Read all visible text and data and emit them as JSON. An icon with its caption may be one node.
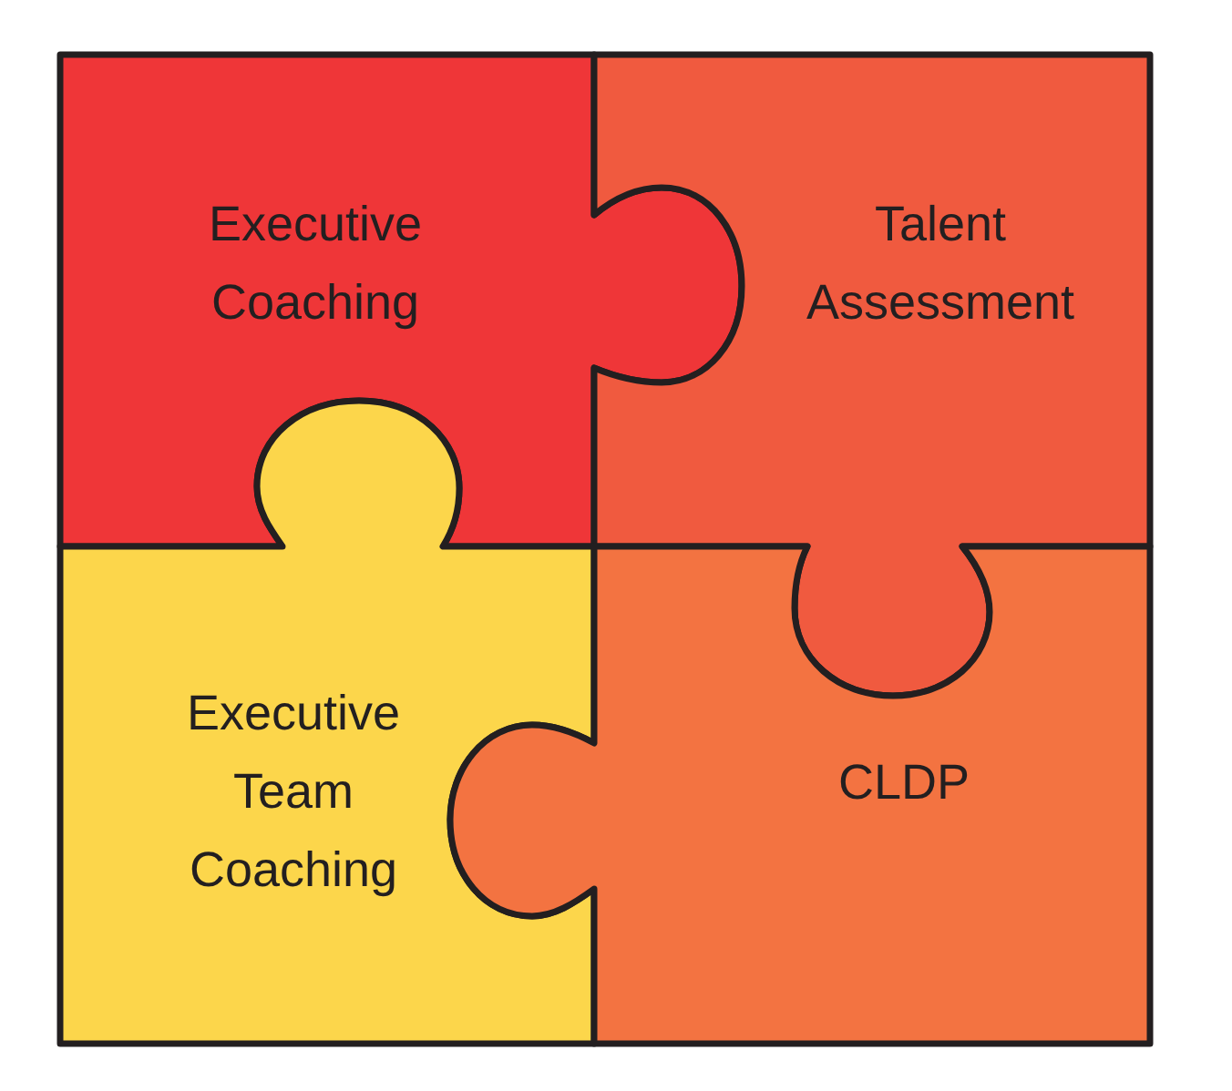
{
  "diagram": {
    "nodes": [
      {
        "text": [
          "Executive Coaching"
        ]
      },
      {
        "text": [
          "Talent Assessment"
        ]
      },
      {
        "text": [
          "Executive Team Coaching"
        ]
      },
      {
        "text": [
          "CLDP"
        ]
      }
    ]
  }
}
